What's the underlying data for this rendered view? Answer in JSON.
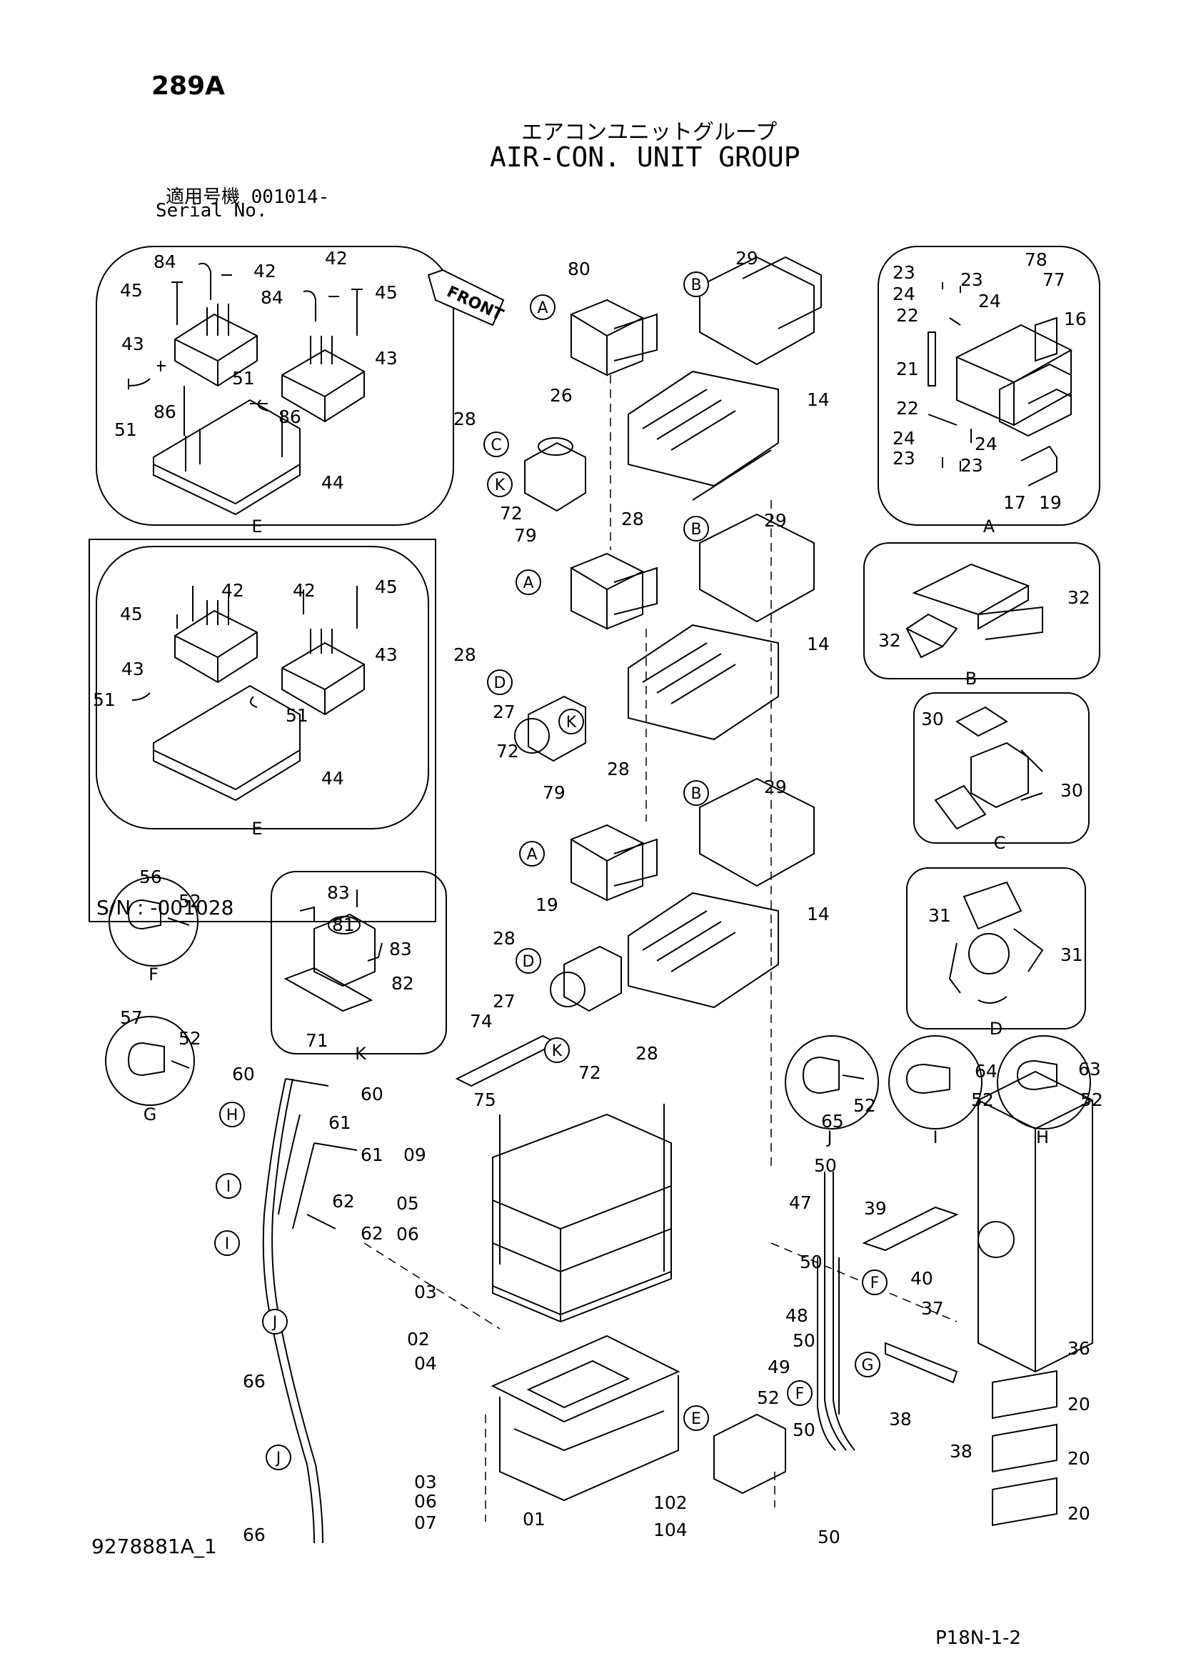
{
  "header": {
    "page_code": "289A",
    "title_jp": "エアコンユニットグループ",
    "title_en": "AIR-CON. UNIT GROUP",
    "serial_label_jp": "適用号機  001014-",
    "serial_label_en": "Serial No."
  },
  "footer": {
    "doc_id": "9278881A_1",
    "page_ref": "P18N-1-2"
  },
  "direction_tag": "FRONT",
  "serial_note": "S/N : -001028",
  "detail_views": [
    "E",
    "E",
    "A",
    "B",
    "C",
    "D",
    "F",
    "G",
    "K",
    "J",
    "I",
    "H"
  ],
  "callout_letters": [
    "A",
    "B",
    "C",
    "D",
    "E",
    "F",
    "G",
    "H",
    "I",
    "J",
    "K"
  ],
  "part_labels": [
    "01",
    "02",
    "03",
    "04",
    "05",
    "06",
    "07",
    "09",
    "14",
    "16",
    "17",
    "19",
    "20",
    "21",
    "22",
    "23",
    "24",
    "26",
    "27",
    "28",
    "29",
    "30",
    "31",
    "32",
    "36",
    "37",
    "38",
    "39",
    "40",
    "42",
    "43",
    "44",
    "45",
    "47",
    "48",
    "49",
    "50",
    "51",
    "52",
    "56",
    "57",
    "60",
    "61",
    "62",
    "63",
    "64",
    "65",
    "66",
    "71",
    "72",
    "74",
    "75",
    "77",
    "78",
    "79",
    "80",
    "81",
    "82",
    "83",
    "84",
    "86",
    "102",
    "104"
  ],
  "colors": {
    "line": "#000000",
    "background": "#ffffff"
  }
}
